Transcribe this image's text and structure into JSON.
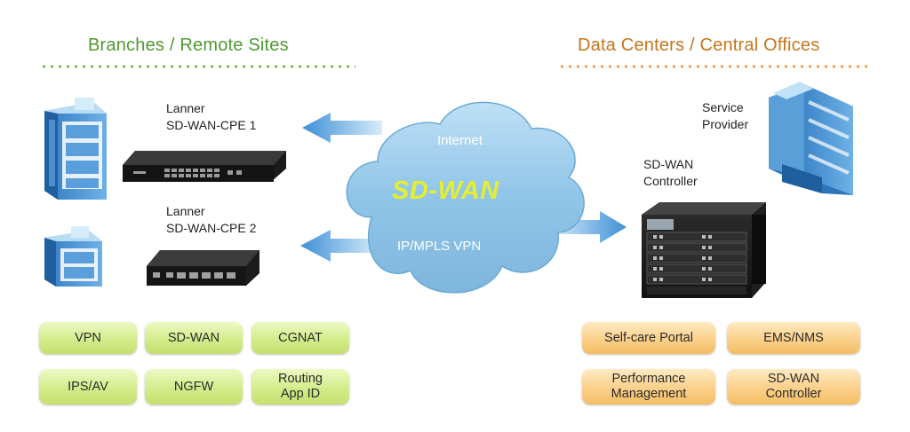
{
  "headings": {
    "left": "Branches / Remote Sites",
    "right": "Data Centers / Central Offices"
  },
  "devices": {
    "cpe1": [
      "Lanner",
      "SD-WAN-CPE 1"
    ],
    "cpe2": [
      "Lanner",
      "SD-WAN-CPE 2"
    ],
    "provider": [
      "Service",
      "Provider"
    ],
    "controller": [
      "SD-WAN",
      "Controller"
    ]
  },
  "cloud": {
    "internet": "Internet",
    "center": "SD-WAN",
    "mpls": "IP/MPLS VPN"
  },
  "branch_features": [
    [
      "VPN"
    ],
    [
      "SD-WAN"
    ],
    [
      "CGNAT"
    ],
    [
      "IPS/AV"
    ],
    [
      "NGFW"
    ],
    [
      "Routing",
      "App ID"
    ]
  ],
  "dc_features": [
    [
      "Self-care Portal"
    ],
    [
      "EMS/NMS"
    ],
    [
      "Performance",
      "Management"
    ],
    [
      "SD-WAN",
      "Controller"
    ]
  ],
  "colors": {
    "green_heading": "#4e9a2e",
    "orange_heading": "#c7741a",
    "cloud": "#8ec3e6",
    "sdwan_text": "#e5ee2f",
    "arrow": "#5ba4dc",
    "building": "#5b9fd9"
  }
}
